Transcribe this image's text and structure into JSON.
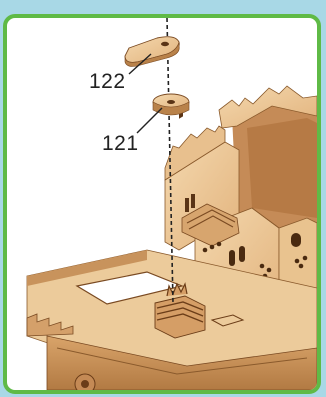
{
  "callouts": {
    "upper_part_number": "122",
    "lower_part_number": "121"
  },
  "colors": {
    "frame_border": "#5fba46",
    "frame_background": "#ffffff",
    "page_background": "#a8d8e6",
    "plywood_light": "#f0cfa1",
    "plywood_mid": "#e1b27c",
    "plywood_dark": "#b9824a",
    "plywood_edge": "#7a4a22",
    "interior_shadow": "#c48a55"
  },
  "icons": {
    "assembly_guide_line": "dashed-line",
    "leader_line": "leader-line"
  }
}
